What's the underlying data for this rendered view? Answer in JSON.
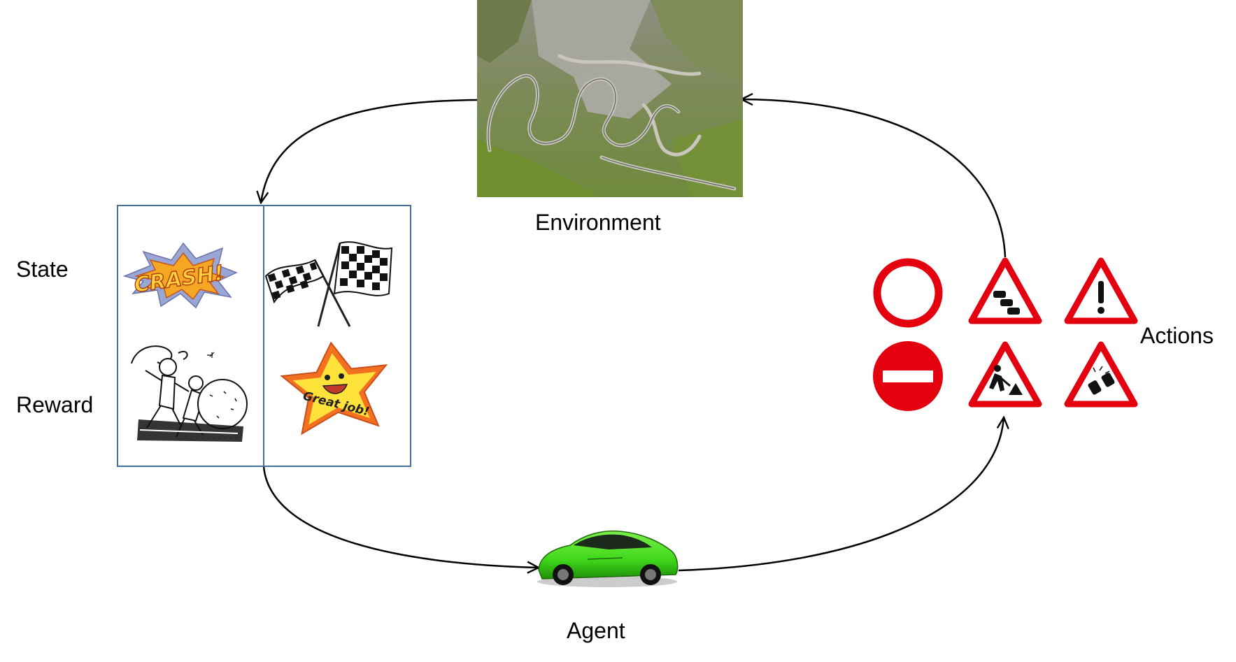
{
  "labels": {
    "environment": "Environment",
    "state": "State",
    "reward": "Reward",
    "actions": "Actions",
    "agent": "Agent"
  },
  "images": {
    "crash_text": "CRASH!",
    "great_job_text": "Great job!"
  },
  "icons": {
    "environment": "winding-mountain-road-photo",
    "crash": "crash-burst-icon",
    "flags": "checkered-flags-icon",
    "fight": "cartoon-fight-icon",
    "star": "great-job-star-icon",
    "agent": "green-sports-car-icon",
    "actions": [
      "no-vehicles-sign",
      "traffic-queue-sign",
      "general-warning-sign",
      "no-entry-sign",
      "roadworks-sign",
      "crash-warning-sign"
    ]
  },
  "colors": {
    "box_border": "#41719c",
    "sign_red": "#e3000f",
    "car_green": "#3fd81a",
    "star_yellow": "#ffe23a",
    "star_orange": "#f37021",
    "crash_orange": "#f5a623",
    "arrow": "#000000"
  }
}
